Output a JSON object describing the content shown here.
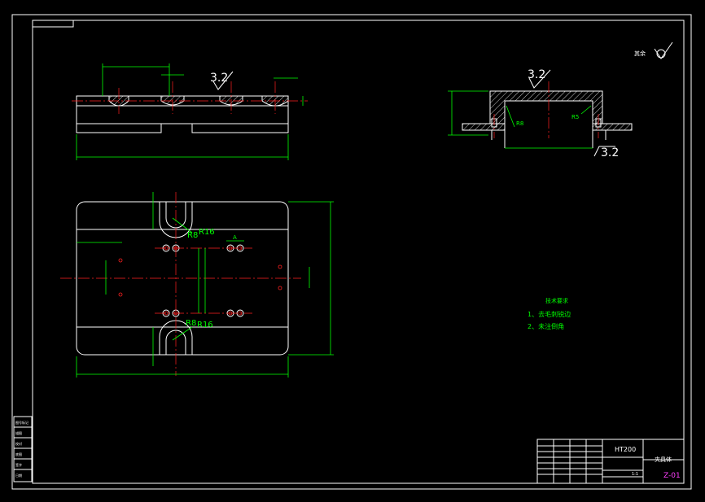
{
  "surface_finish": {
    "ra_top_left": "3.2",
    "ra_section_top": "3.2",
    "ra_section_bottom": "3.2",
    "general_symbol_label": "其余"
  },
  "plan_view": {
    "radius_label_top": "R8",
    "radius_label_top_big": "R16",
    "radius_label_bottom": "R8",
    "radius_label_bottom_big": "R16",
    "section_marker": "A"
  },
  "section_view": {
    "fillet_left": "R8",
    "fillet_right": "R5"
  },
  "technical_requirements": {
    "heading": "技术要求",
    "items": [
      "1、去毛刺锐边",
      "2、未注倒角"
    ]
  },
  "title_block": {
    "material": "HT200",
    "part_name": "夹具体",
    "drawing_number": "Z-01",
    "scale": "1:1",
    "left_strip": [
      "图号标记",
      "描图",
      "校对",
      "底图",
      "签字",
      "日期"
    ]
  }
}
